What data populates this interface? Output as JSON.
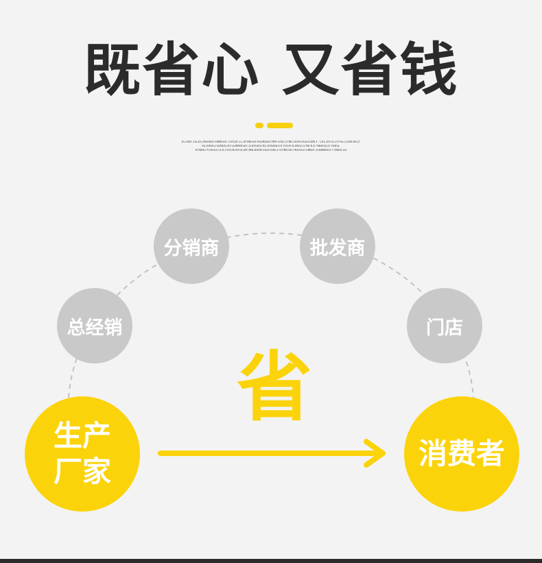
{
  "title": "既省心 又省钱",
  "fine_print": [
    "OLJKDFJGLDSJHGOKDFGHNKSDFIIKSDFJLJDYNKSDFHSDNGBDTNMFSADLJFNKJSDHFOSEDIUMLF.CDLJDFOIJFPSEJJGNFDKIY",
    "OSJUKOEJSDNGKJDFSGHNVKSDFJLKASDGFNCIRVBHDIOFYUCHFKJNDSLSYNCKJFYNBASDIFYHDSL",
    "KYNDKJYCHSDIFUJLFDSCNJHFDLGMTRNLKRUKCHSDJGNLSTDYNKJBCYNLKASFGNKDFJGHBNKDSFYJNKALSD"
  ],
  "nodes": {
    "distributor": "分销商",
    "wholesaler": "批发商",
    "general_agent": "总经销",
    "store": "门店",
    "manufacturer_line1": "生产",
    "manufacturer_line2": "厂家",
    "consumer": "消费者"
  },
  "save_label": "省",
  "colors": {
    "accent": "#fbd30a",
    "gray_node": "#c9c9c9",
    "title": "#2b2b2b",
    "background": "#f3f3f3"
  }
}
